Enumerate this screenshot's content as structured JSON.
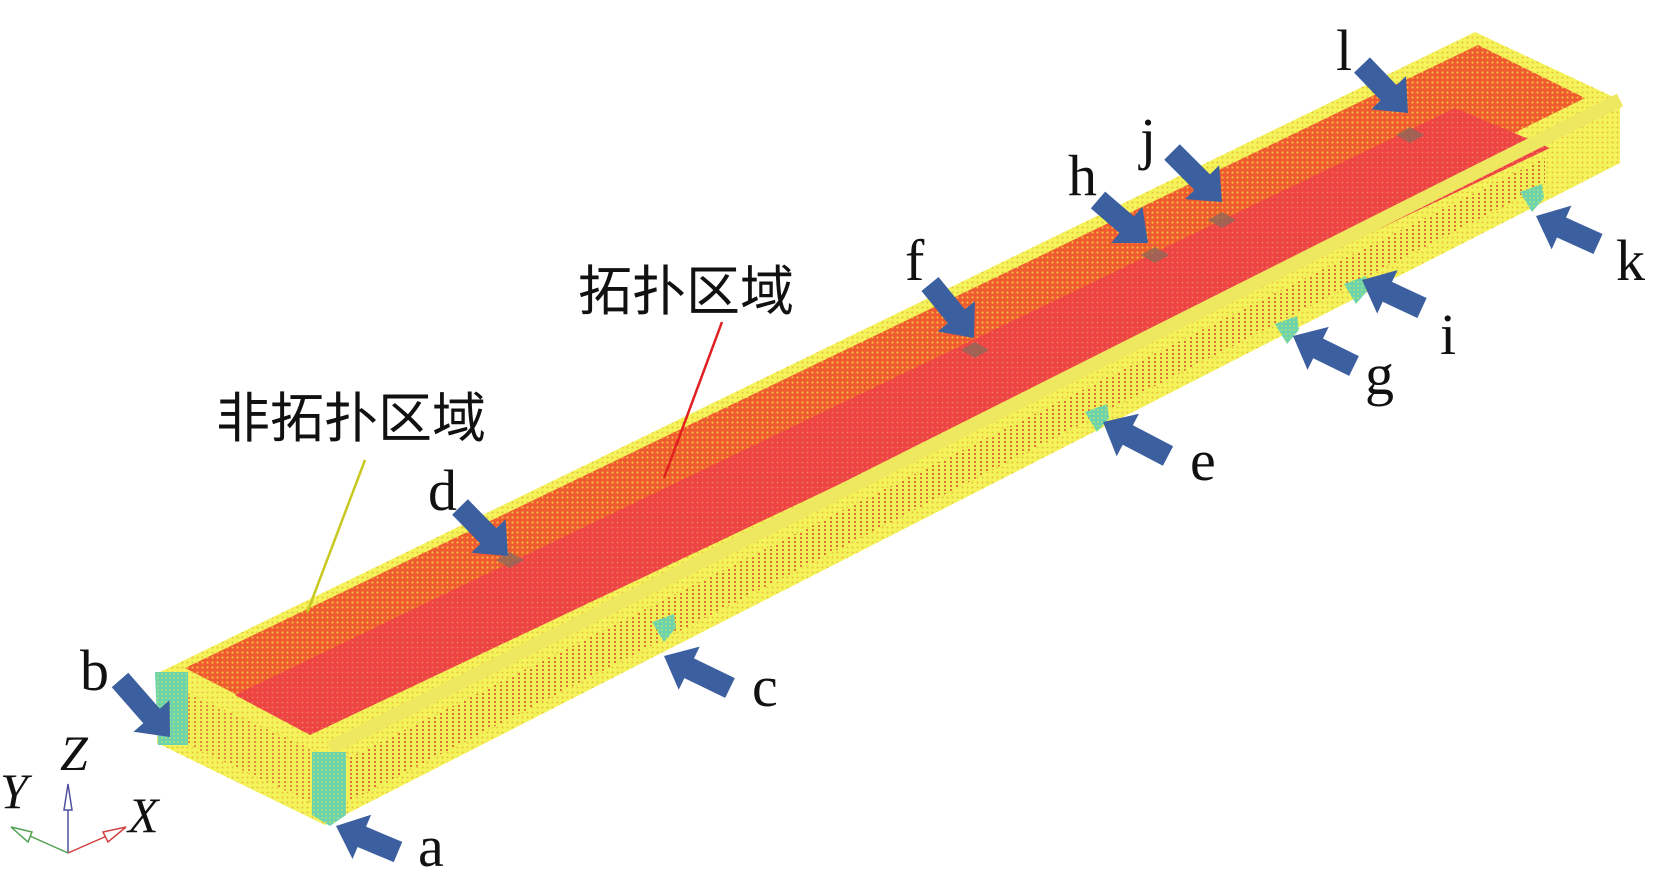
{
  "labels": {
    "topology_region": "拓扑区域",
    "non_topology_region": "非拓扑区域"
  },
  "points": [
    "a",
    "b",
    "c",
    "d",
    "e",
    "f",
    "g",
    "h",
    "i",
    "j",
    "k",
    "l"
  ],
  "axes": {
    "x": "X",
    "y": "Y",
    "z": "Z"
  },
  "colors": {
    "non_topology": "#f2f250",
    "topology": "#ee4040",
    "arrow": "#3c5f9f",
    "support": "#40c8c0"
  }
}
